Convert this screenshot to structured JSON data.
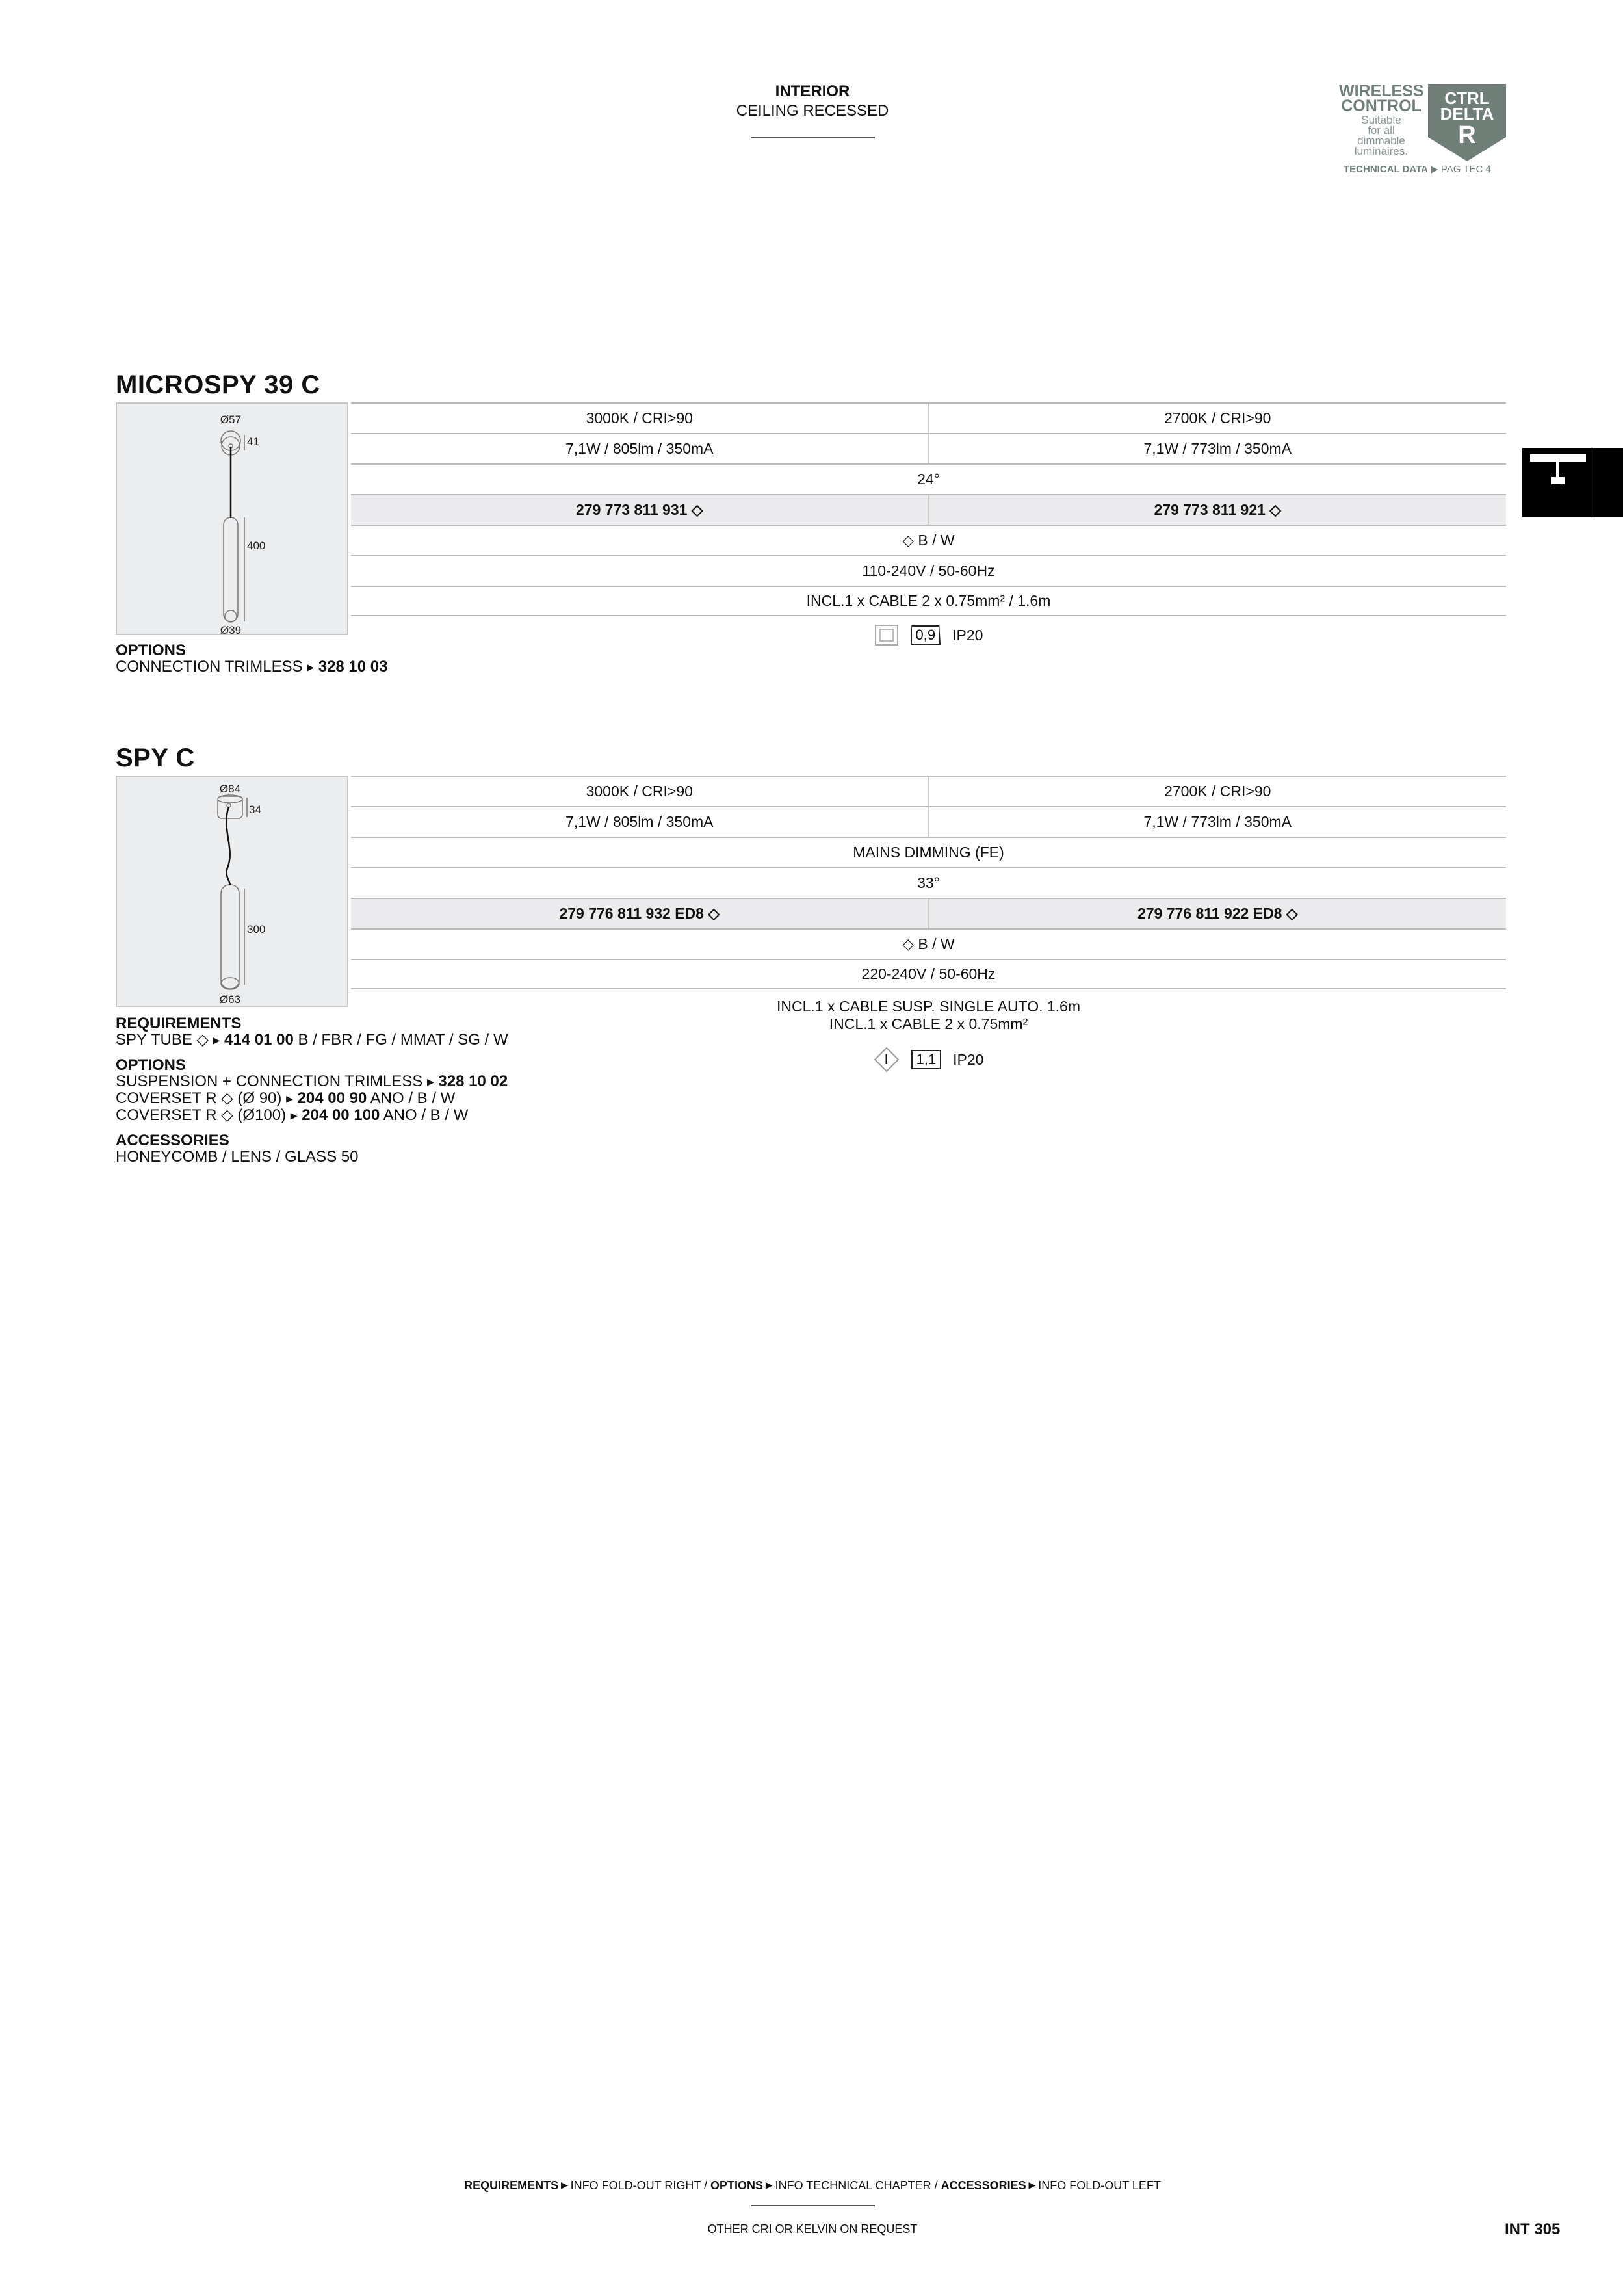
{
  "header": {
    "category": "INTERIOR",
    "subcategory": "CEILING RECESSED"
  },
  "logo": {
    "wireless": "WIRELESS",
    "control": "CONTROL",
    "suitable": [
      "Suitable",
      "for all",
      "dimmable",
      "luminaires."
    ],
    "badge_line1": "CTRL",
    "badge_line2": "DELTA",
    "badge_letter": "R",
    "tech_bold": "TECHNICAL DATA",
    "tech_arrow": "▶",
    "tech_ref": "PAG TEC 4",
    "color": "#6f7f78"
  },
  "chapter_tab_icon": "ceiling-recessed-t-icon",
  "products": [
    {
      "name": "MICROSPY 39 C",
      "drawing": {
        "top_diameter": "Ø57",
        "top_height": "41",
        "length": "400",
        "bottom_diameter": "Ø39"
      },
      "rows": [
        {
          "cells": [
            "3000K / CRI>90",
            "2700K / CRI>90"
          ]
        },
        {
          "cells": [
            "7,1W / 805lm / 350mA",
            "7,1W / 773lm / 350mA"
          ]
        },
        {
          "cells": [
            "24°"
          ]
        },
        {
          "cells": [
            "279 773 811 931 ◇",
            "279 773 811 921 ◇"
          ],
          "shaded": true
        },
        {
          "cells": [
            "◇ B / W"
          ]
        },
        {
          "cells": [
            "110-240V / 50-60Hz"
          ]
        },
        {
          "cells": [
            "INCL.1 x CABLE 2 x 0.75mm² / 1.6m"
          ]
        }
      ],
      "extra_lines": [],
      "icons": {
        "class_icon": "class-iii-square-icon",
        "weight": "0,9",
        "ip": "IP20"
      },
      "side": [
        {
          "heading": "OPTIONS",
          "lines": [
            [
              {
                "t": "CONNECTION TRIMLESS "
              },
              {
                "t": "▶",
                "tri": true
              },
              {
                "t": " 328 10 03",
                "b": true
              }
            ]
          ]
        }
      ]
    },
    {
      "name": "SPY C",
      "drawing": {
        "top_diameter": "Ø84",
        "top_height": "34",
        "length": "300",
        "bottom_diameter": "Ø63"
      },
      "rows": [
        {
          "cells": [
            "3000K / CRI>90",
            "2700K / CRI>90"
          ]
        },
        {
          "cells": [
            "7,1W / 805lm / 350mA",
            "7,1W / 773lm / 350mA"
          ]
        },
        {
          "cells": [
            "MAINS DIMMING (FE)"
          ]
        },
        {
          "cells": [
            "33°"
          ]
        },
        {
          "cells": [
            "279 776 811 932 ED8 ◇",
            "279 776 811 922 ED8 ◇"
          ],
          "shaded": true
        },
        {
          "cells": [
            "◇ B / W"
          ]
        },
        {
          "cells": [
            "220-240V / 50-60Hz"
          ]
        }
      ],
      "extra_lines": [
        "INCL.1 x CABLE SUSP. SINGLE AUTO. 1.6m",
        "INCL.1 x CABLE 2 x 0.75mm²"
      ],
      "icons": {
        "class_icon": "class-i-diamond-icon",
        "class_label": "I",
        "weight": "1,1",
        "ip": "IP20"
      },
      "side": [
        {
          "heading": "REQUIREMENTS",
          "lines": [
            [
              {
                "t": "SPY TUBE ◇ "
              },
              {
                "t": "▶",
                "tri": true
              },
              {
                "t": " 414 01 00",
                "b": true
              },
              {
                "t": " B / FBR / FG / MMAT / SG / W"
              }
            ]
          ]
        },
        {
          "heading": "OPTIONS",
          "lines": [
            [
              {
                "t": "SUSPENSION + CONNECTION TRIMLESS "
              },
              {
                "t": "▶",
                "tri": true
              },
              {
                "t": " 328 10 02",
                "b": true
              }
            ],
            [
              {
                "t": "COVERSET R ◇ (Ø 90) "
              },
              {
                "t": "▶",
                "tri": true
              },
              {
                "t": " 204 00 90",
                "b": true
              },
              {
                "t": " ANO / B / W"
              }
            ],
            [
              {
                "t": "COVERSET R ◇ (Ø100)  "
              },
              {
                "t": "▶",
                "tri": true
              },
              {
                "t": " 204 00 100",
                "b": true
              },
              {
                "t": " ANO / B / W"
              }
            ]
          ]
        },
        {
          "heading": "ACCESSORIES",
          "lines": [
            [
              {
                "t": "HONEYCOMB / LENS / GLASS 50"
              }
            ]
          ]
        }
      ]
    }
  ],
  "footer": {
    "legend": [
      {
        "t": "REQUIREMENTS",
        "b": true
      },
      {
        "t": " ▶ ",
        "tri": true
      },
      {
        "t": "INFO FOLD-OUT RIGHT / "
      },
      {
        "t": "OPTIONS",
        "b": true
      },
      {
        "t": " ▶ ",
        "tri": true
      },
      {
        "t": "INFO TECHNICAL CHAPTER / "
      },
      {
        "t": "ACCESSORIES",
        "b": true
      },
      {
        "t": " ▶ ",
        "tri": true
      },
      {
        "t": "INFO FOLD-OUT LEFT"
      }
    ],
    "note": "OTHER CRI OR KELVIN ON REQUEST",
    "page": "INT 305"
  }
}
